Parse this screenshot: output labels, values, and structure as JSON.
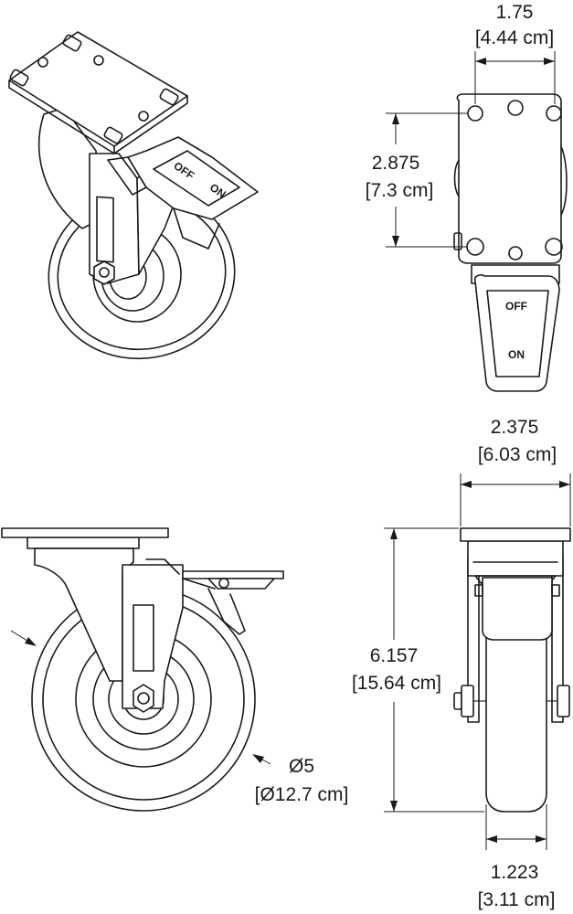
{
  "dimensions": {
    "plate_bolt_spacing_width": {
      "inch": "1.75",
      "cm": "[4.44 cm]"
    },
    "plate_bolt_spacing_length": {
      "inch": "2.875",
      "cm": "[7.3 cm]"
    },
    "plate_width": {
      "inch": "2.375",
      "cm": "[6.03 cm]"
    },
    "overall_height": {
      "inch": "6.157",
      "cm": "[15.64 cm]"
    },
    "wheel_diameter": {
      "inch": "Ø5",
      "cm": "[Ø12.7 cm]"
    },
    "wheel_width": {
      "inch": "1.223",
      "cm": "[3.11 cm]"
    }
  },
  "brake_labels": {
    "off": "OFF",
    "on": "ON"
  },
  "colors": {
    "line": "#1a1a1a",
    "background": "#ffffff"
  }
}
